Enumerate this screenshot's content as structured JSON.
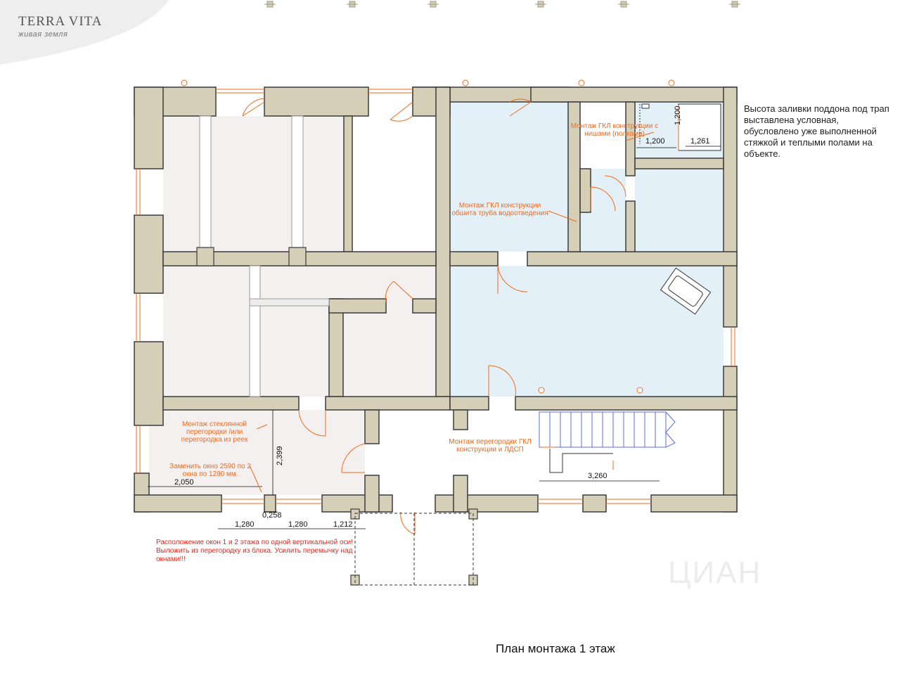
{
  "logo": {
    "title": "TERRA VITA",
    "subtitle": "живая земля"
  },
  "note": "Высота заливки поддона под трап выставлена условная, обусловлено уже выполненной стяжкой и теплыми полами на объекте.",
  "plan_title": "План монтажа 1 этаж",
  "red_note": "Расположение окон 1 и 2 этажа по одной вертикальной оси! Выложить из перегородку из блока. Усилить перемычку над окнами!!!",
  "labels": {
    "gkl_niches": "Монтаж ГКЛ конструкции с нишами (полками)",
    "gkl_pipe": "Монтаж ГКЛ конструкции обшита труба водоотведения",
    "glass_partition": "Монтаж стеклянной перегородки /или перегородка из реек",
    "replace_window": "Заменить окно 2590 по 2 окна по 1280 мм.",
    "gkl_ldsp": "Монтаж перегородки ГКЛ конструкции и ЛДСП"
  },
  "dims": {
    "d1200a": "1,200",
    "d1200b": "1,200",
    "d1261": "1,261",
    "d2399": "2,399",
    "d2050": "2,050",
    "d258": "0,258",
    "d1280a": "1,280",
    "d1280b": "1,280",
    "d1212": "1,212",
    "d3260": "3,260"
  },
  "watermark": "ЦИАН",
  "colors": {
    "wall": "#d5cfb8",
    "wall_stroke": "#3b3b3b",
    "wet_zone": "#e3f0f8",
    "dry_zone": "#f4f0ef",
    "accent": "#f26a1b",
    "stairs": "#5b6ee8"
  }
}
